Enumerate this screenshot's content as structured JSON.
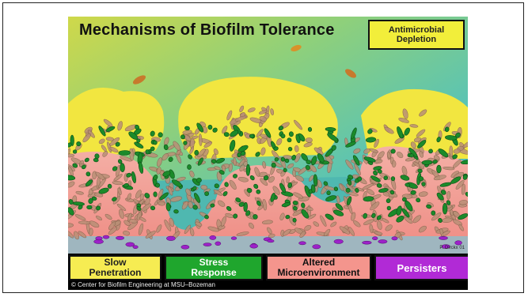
{
  "figure": {
    "title": "Mechanisms of Biofilm Tolerance",
    "corner_label": [
      "Antimicrobial",
      "Depletion"
    ],
    "artist_credit": "P. Dirckx 01",
    "legend": [
      {
        "lines": [
          "Slow",
          "Penetration"
        ],
        "color": "#f6ec52"
      },
      {
        "lines": [
          "Stress",
          "Response"
        ],
        "color": "#1fa62d"
      },
      {
        "lines": [
          "Altered",
          "Microenvironment"
        ],
        "color": "#f4958d"
      },
      {
        "lines": [
          "Persisters"
        ],
        "color": "#b12ad6"
      }
    ],
    "footer": "© Center for Biofilm Engineering at MSU–Bozeman"
  },
  "palette": {
    "gradient_top": "#d8dc46",
    "gradient_mid": "#5fc4b0",
    "biofilm_yellow": "#f3e33a",
    "tissue_pink": "#f2a29a",
    "bacteria_brown": "#b98f76",
    "stress_green": "#1b8a2a",
    "persister_purple": "#9d21c9"
  }
}
